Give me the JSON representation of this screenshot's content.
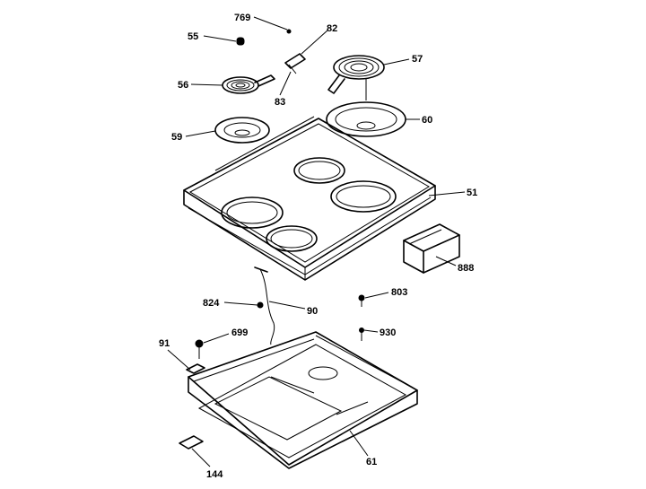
{
  "diagram": {
    "header_fragment": "",
    "callouts": [
      {
        "id": "c769",
        "text": "769"
      },
      {
        "id": "c82",
        "text": "82"
      },
      {
        "id": "c55",
        "text": "55"
      },
      {
        "id": "c57",
        "text": "57"
      },
      {
        "id": "c56",
        "text": "56"
      },
      {
        "id": "c83",
        "text": "83"
      },
      {
        "id": "c59",
        "text": "59"
      },
      {
        "id": "c60",
        "text": "60"
      },
      {
        "id": "c51",
        "text": "51"
      },
      {
        "id": "c888",
        "text": "888"
      },
      {
        "id": "c824",
        "text": "824"
      },
      {
        "id": "c90",
        "text": "90"
      },
      {
        "id": "c803",
        "text": "803"
      },
      {
        "id": "c91",
        "text": "91"
      },
      {
        "id": "c699",
        "text": "699"
      },
      {
        "id": "c930",
        "text": "930"
      },
      {
        "id": "c61",
        "text": "61"
      },
      {
        "id": "c144",
        "text": "144"
      }
    ]
  }
}
